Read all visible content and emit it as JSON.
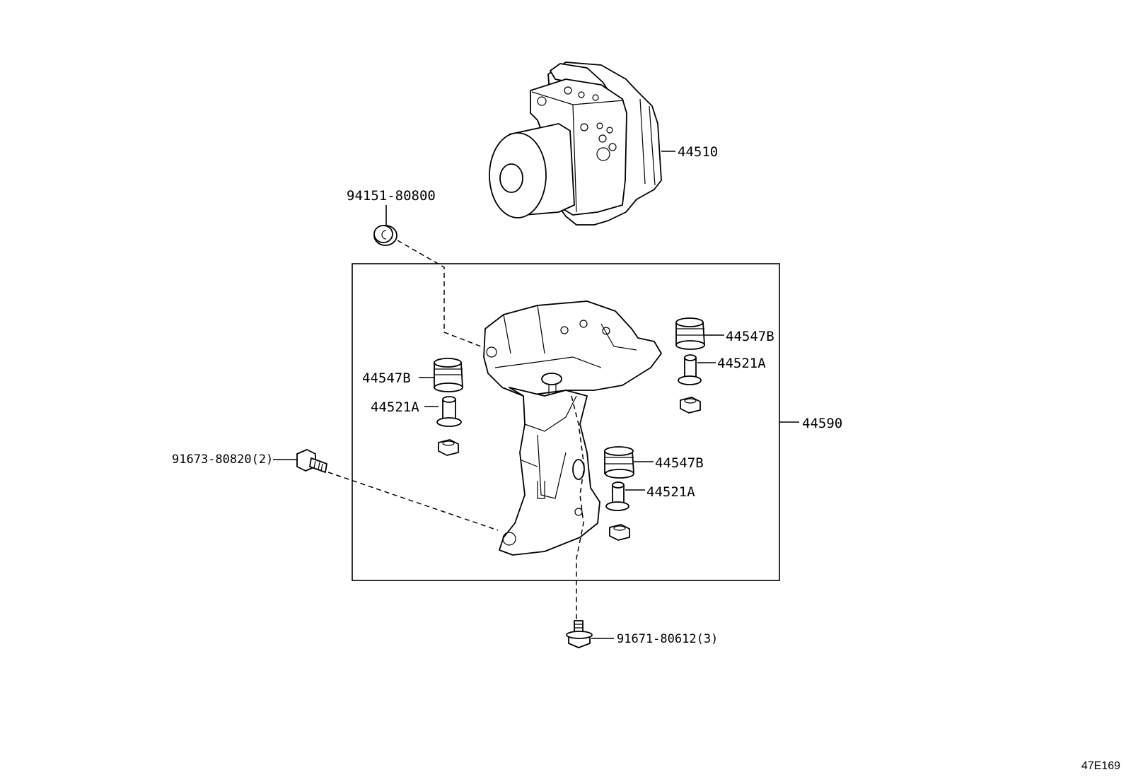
{
  "labels": {
    "abs_actuator": "44510",
    "washer_top": "94151-80800",
    "bracket_assy": "44590",
    "bolt_left": "91673-80820(2)",
    "bolt_bottom": "91671-80612(3)",
    "cushion_left": "44547B",
    "collar_left": "44521A",
    "cushion_right_top": "44547B",
    "collar_right_top": "44521A",
    "cushion_center": "44547B",
    "collar_center": "44521A"
  },
  "diagram_code": "47E169"
}
